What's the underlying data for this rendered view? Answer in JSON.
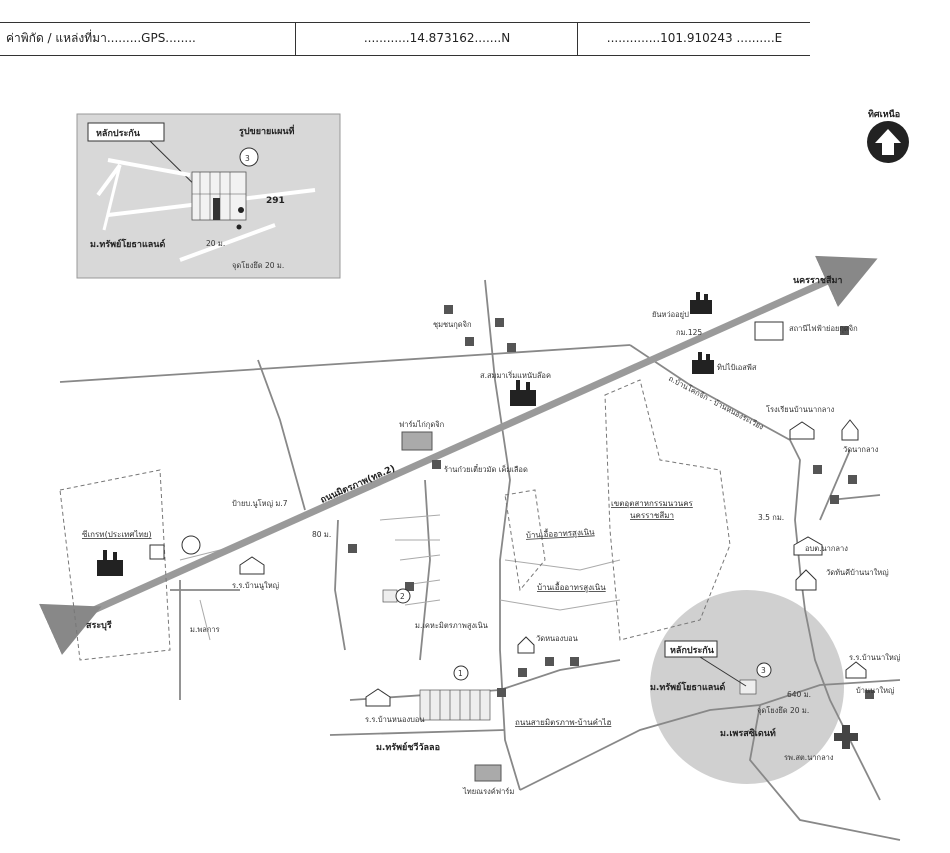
{
  "gps": {
    "label": "ค่าพิกัด / แหล่งที่มา.........GPS........",
    "lat": "............14.873162.......N",
    "lon": "..............101.910243 ..........E"
  },
  "north": {
    "label": "ทิศเหนือ"
  },
  "inset": {
    "title": "รูปขยายแผนที่",
    "collateral": "หลักประกัน",
    "marker": "3",
    "lot_number": "291",
    "village": "ม.ทรัพย์โยธาแลนด์",
    "width_road": "20 ม.",
    "reference": "จุดโยงยึด 20 ม."
  },
  "labels": {
    "nakhon_ratchasima": "นครราชสีมา",
    "saraburi": "สระบุรี",
    "mittraphap_road": "ถนนมิตรภาพ(ทล.2)",
    "ban_khok_road": "ถ.บ้านโคกจิก - บ้านหนองระเวียง",
    "km125": "กม.125",
    "yanwadhana": "ยันหว่ออยู่ป",
    "tipprite": "ทิปไป้เอสพีส",
    "power_station": "สถานีไฟฟ้าย่อยกุดจิก",
    "chumchon": "ชุมชนกุดจิก",
    "sommai": "ส.สมมาเริ่มแหนับล๊อค",
    "farm_kudjik": "ฟาร์มไก่กุดจิก",
    "restaurant": "ร้านก๋วยเตี๋ยวมัด เค็มเลือด",
    "ban_noonyai_bus": "ป้ายบ.นูโหญ่ ม.7",
    "dist_80": "80 ม.",
    "seagate": "ซีเกรท(ประเทศไทย)",
    "school_noonyai": "ร.ร.บ้านนูใหญ่",
    "m_phlakan": "ม.พลการ",
    "industrial_estate_1": "เขตอุตสาหกรรมนวนคร",
    "industrial_estate_2": "นครราชสีมา",
    "ban_food_1": "บ้านเอื้ออาทรสูงเนิน",
    "ban_food_2": "บ้านเอื้ออาทรสูงเนิน",
    "m_kehamitrapap": "ม.เคหะมิตรภาพสูงเนิน",
    "wat_nongbon": "วัดหนองบอน",
    "school_nongbon": "ร.ร.บ้านหนองบอน",
    "m_saranya": "ม.ทรัพย์ชวีวัลลอ",
    "road_mitrapap_bankhamhai": "ถนนสายมิตรภาพ-บ้านคำไฮ",
    "thai_farm": "ไทยณรงค์ฟาร์ม",
    "school_nakhlang": "โรงเรียนบ้านนากลาง",
    "wat_nakhlang": "วัดนากลาง",
    "dist_35": "3.5 กม.",
    "obt_nakhlang": "อบต.นากลาง",
    "wat_ban_nayai": "วัดท้นคีบ้านนาใหญ่",
    "school_ban_nayai": "ร.ร.บ้านนาใหญ่",
    "ban_nayai": "บ้านนาใหญ่",
    "collateral_main": "หลักประกัน",
    "marker_3": "3",
    "marker_2": "2",
    "marker_1": "1",
    "m_sub_yotha": "ม.ทรัพย์โยธาแลนด์",
    "ref_point": "จุดโยงยึด 20 ม.",
    "dist_640": "640 ม.",
    "m_petcharin": "ม.เพรสซิเดนท์",
    "hospital": "รพ.สต.นากลาง"
  }
}
